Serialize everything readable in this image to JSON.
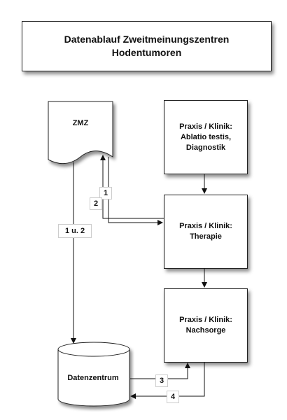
{
  "title": {
    "line1": "Datenablauf Zweitmeinungszentren",
    "line2": "Hodentumoren"
  },
  "nodes": {
    "zmz": "ZMZ",
    "praxis_diagnostik": [
      "Praxis / Klinik:",
      "Ablatio testis,",
      "Diagnostik"
    ],
    "praxis_therapie": [
      "Praxis / Klinik:",
      "Therapie"
    ],
    "praxis_nachsorge": [
      "Praxis / Klinik:",
      "Nachsorge"
    ],
    "datenzentrum": "Datenzentrum"
  },
  "edge_labels": {
    "one": "1",
    "two": "2",
    "one_and_two": "1 u. 2",
    "three": "3",
    "four": "4"
  }
}
